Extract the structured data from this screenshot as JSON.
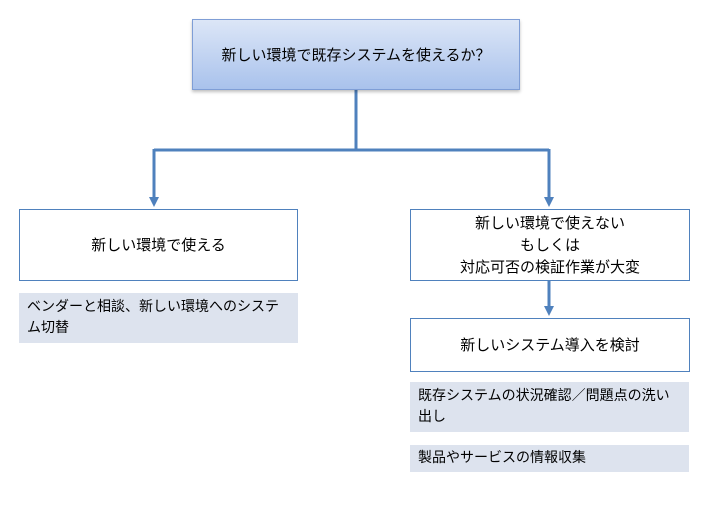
{
  "colors": {
    "line": "#4f81bd",
    "root_fill_top": "#dce6f7",
    "root_fill_bottom": "#a9c2ec",
    "note_fill": "#dde3ee"
  },
  "root": {
    "label": "新しい環境で既存システムを使えるか？"
  },
  "left": {
    "label": "新しい環境で使える",
    "note": "ベンダーと相談、新しい環境へのシステム切替"
  },
  "right": {
    "label_lines": [
      "新しい環境で使えない",
      "もしくは",
      "対応可否の検証作業が大変"
    ],
    "next_label": "新しいシステム導入を検討",
    "notes": [
      "既存システムの状況確認／問題点の洗い出し",
      "製品やサービスの情報収集"
    ]
  }
}
